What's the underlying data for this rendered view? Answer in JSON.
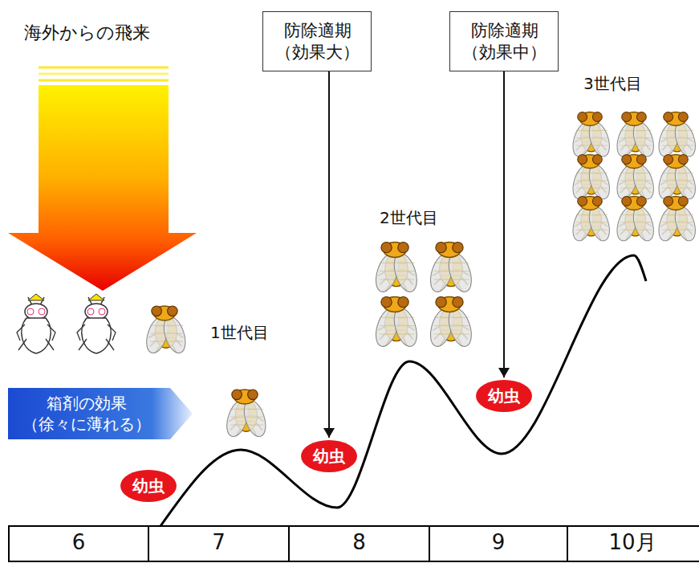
{
  "diagram": {
    "nodes": [
      {
        "text": [
          "防除適期 （効果大）"
        ]
      },
      {
        "text": [
          "防除適期 （効果中）"
        ]
      },
      {
        "text": [
          "箱剤の効果 （徐々に薄れる）"
        ]
      },
      {
        "text": [
          "幼虫"
        ]
      },
      {
        "text": [
          "幼虫"
        ]
      },
      {
        "text": [
          "幼虫"
        ]
      }
    ],
    "edges": [
      {
        "from": 0,
        "to": 4,
        "arrow": "to"
      },
      {
        "from": 1,
        "to": 5,
        "arrow": "to"
      }
    ],
    "labels": [
      "海外からの飛来",
      "1世代目",
      "2世代目",
      "3世代目",
      "6",
      "7",
      "8",
      "9",
      "10月"
    ]
  }
}
